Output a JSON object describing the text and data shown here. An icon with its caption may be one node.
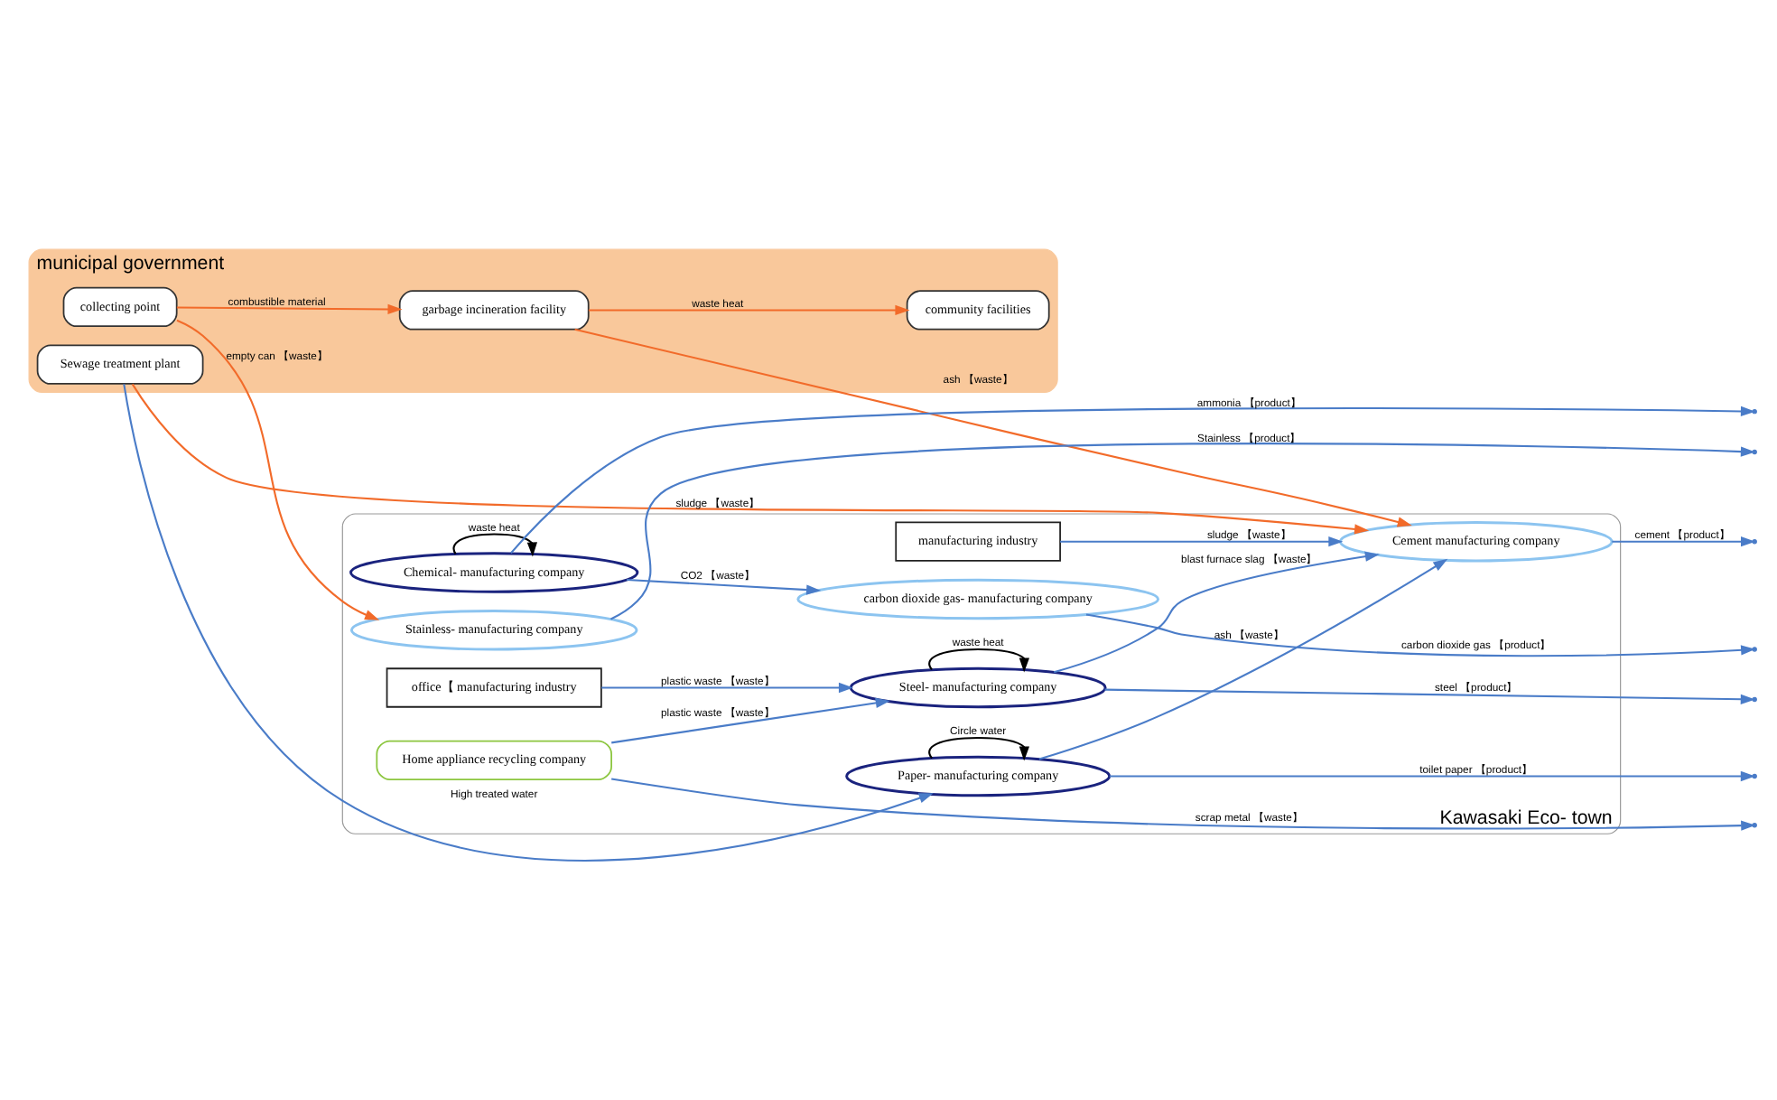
{
  "diagram": {
    "nodes": [
      {
        "text": [
          "municipal government"
        ]
      },
      {
        "text": [
          "Kawasaki Eco- town"
        ]
      },
      {
        "text": [
          "collecting point"
        ],
        "in": 0
      },
      {
        "text": [
          "garbage incineration facility"
        ],
        "in": 0
      },
      {
        "text": [
          "community facilities"
        ],
        "in": 0
      },
      {
        "text": [
          "Sewage treatment plant"
        ],
        "in": 0
      },
      {
        "text": [
          "Stainless- manufacturing company"
        ],
        "in": 1
      },
      {
        "text": [
          "Home appliance recycling company"
        ],
        "in": 1
      },
      {
        "text": [
          "office【 manufacturing industry"
        ],
        "in": 1
      },
      {
        "text": [
          "Steel- manufacturing company"
        ],
        "in": 1
      },
      {
        "text": [
          "manufacturing industry"
        ],
        "in": 1
      },
      {
        "text": [
          "Cement manufacturing company"
        ],
        "in": 1
      },
      {
        "text": [
          "Paper- manufacturing company"
        ],
        "in": 1
      },
      {
        "text": [
          "Chemical- manufacturing company"
        ],
        "in": 1
      },
      {
        "text": [
          "carbon dioxide gas- manufacturing company"
        ],
        "in": 1
      }
    ],
    "edges": [
      {
        "from": 2,
        "to": 6,
        "arrow": "to",
        "label": "empty can 【waste】",
        "color": "#f26b2a"
      },
      {
        "from": 2,
        "to": 3,
        "arrow": "to",
        "label": "combustible material",
        "color": "#f26b2a"
      },
      {
        "from": 3,
        "to": 11,
        "arrow": "to",
        "label": "ash 【waste】",
        "color": "#f26b2a"
      },
      {
        "from": 3,
        "to": 4,
        "arrow": "to",
        "label": "waste heat",
        "color": "#f26b2a"
      },
      {
        "from": 5,
        "to": 11,
        "arrow": "to",
        "label": "sludge 【waste】",
        "color": "#f26b2a"
      },
      {
        "from": 7,
        "to": null,
        "arrow": "to",
        "label": "scrap metal 【waste】"
      },
      {
        "from": 7,
        "to": 9,
        "arrow": "to",
        "label": "plastic waste 【waste】"
      },
      {
        "from": 8,
        "to": 9,
        "arrow": "to",
        "label": "plastic waste 【waste】"
      },
      {
        "from": 9,
        "to": 9,
        "arrow": "to",
        "label": "waste heat",
        "color": "#000000"
      },
      {
        "from": 9,
        "to": 11,
        "arrow": "to",
        "label": "blast furnace slag 【waste】"
      },
      {
        "from": 9,
        "to": null,
        "arrow": "to",
        "label": "steel 【product】"
      },
      {
        "from": 6,
        "to": null,
        "arrow": "to",
        "label": "Stainless 【product】"
      },
      {
        "from": 10,
        "to": 11,
        "arrow": "to",
        "label": "sludge 【waste】"
      },
      {
        "from": 11,
        "to": null,
        "arrow": "to",
        "label": "cement 【product】"
      },
      {
        "from": 12,
        "to": 11,
        "arrow": "to",
        "label": "ash 【waste】"
      },
      {
        "from": 12,
        "to": 12,
        "arrow": "to",
        "label": "Circle water",
        "color": "#000000"
      },
      {
        "from": 12,
        "to": null,
        "arrow": "to",
        "label": "toilet paper 【product】"
      },
      {
        "from": 5,
        "to": 12,
        "arrow": "to",
        "label": "High treated water"
      },
      {
        "from": 13,
        "to": 13,
        "arrow": "to",
        "label": "waste heat",
        "color": "#000000"
      },
      {
        "from": 13,
        "to": 14,
        "arrow": "to",
        "label": "CO2 【waste】"
      },
      {
        "from": 13,
        "to": null,
        "arrow": "to",
        "label": "ammonia 【product】"
      },
      {
        "from": 14,
        "to": null,
        "arrow": "to",
        "label": "carbon dioxide gas 【product】"
      }
    ]
  }
}
